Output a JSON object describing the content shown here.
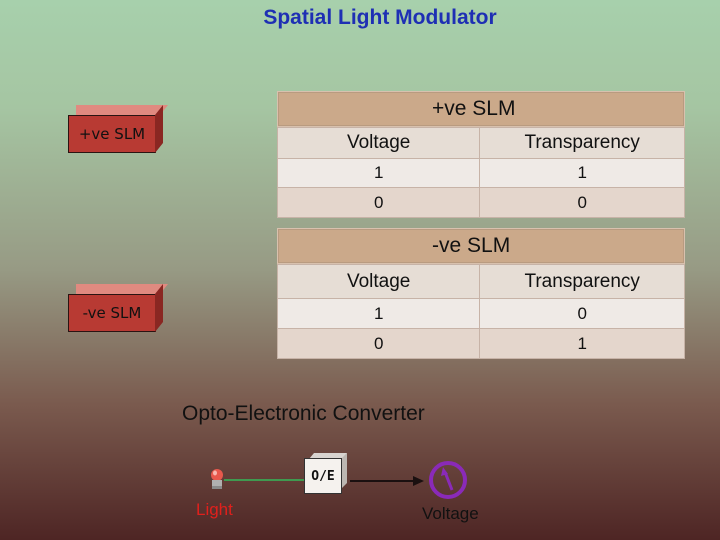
{
  "title": "Spatial Light Modulator",
  "boxes": {
    "positive": "+ve SLM",
    "negative": "-ve SLM"
  },
  "positive_table": {
    "title": "+ve SLM",
    "headers": [
      "Voltage",
      "Transparency"
    ],
    "rows": [
      [
        "1",
        "1"
      ],
      [
        "0",
        "0"
      ]
    ]
  },
  "negative_table": {
    "title": "-ve SLM",
    "headers": [
      "Voltage",
      "Transparency"
    ],
    "rows": [
      [
        "1",
        "0"
      ],
      [
        "0",
        "1"
      ]
    ]
  },
  "converter": {
    "title": "Opto-Electronic Converter",
    "box_label": "O/E",
    "input_label": "Light",
    "output_label": "Voltage"
  },
  "colors": {
    "title": "#1e2fb4",
    "box_front": "#b83a33",
    "table_header": "#cba98a",
    "light_label": "#e0201c",
    "meter": "#8a2ab8",
    "green_line": "#3f9a50"
  },
  "icons": [
    "light-bulb-icon",
    "voltmeter-icon"
  ]
}
